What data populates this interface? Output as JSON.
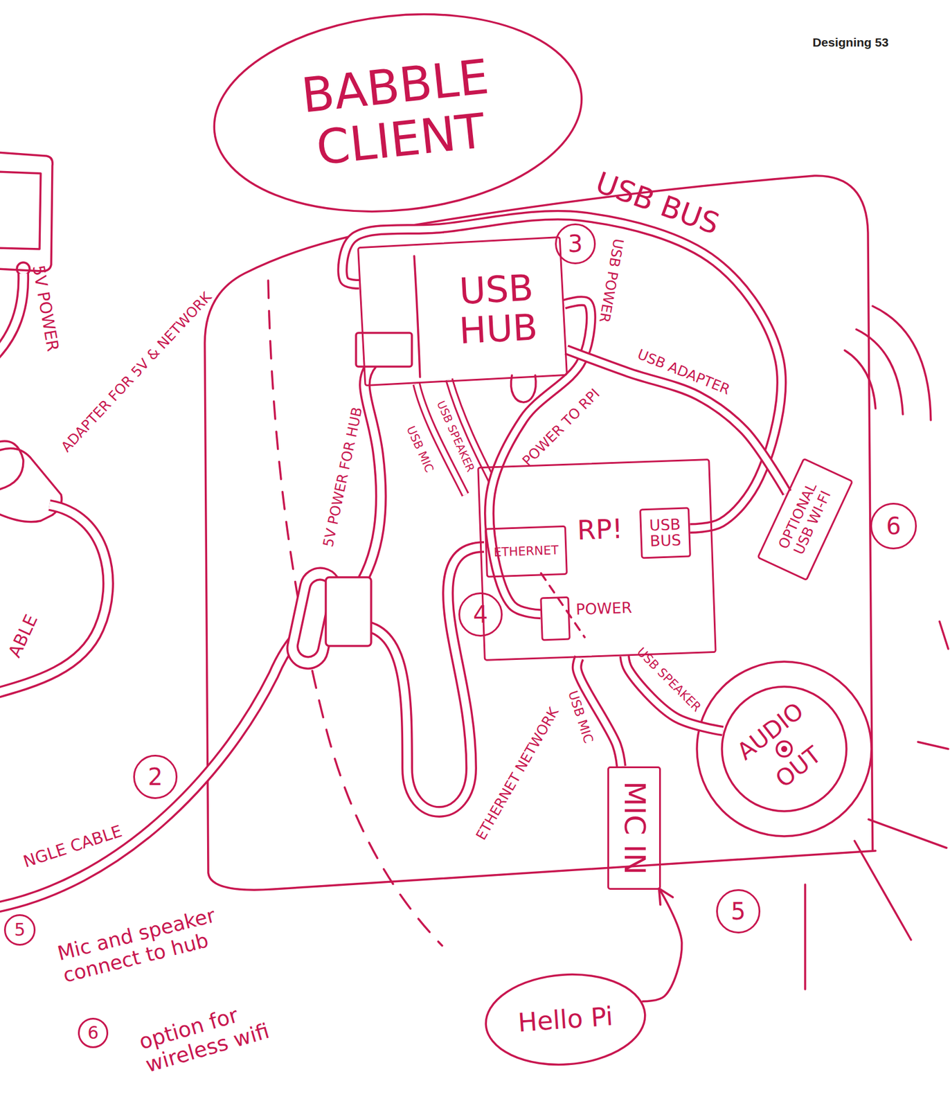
{
  "diagram": {
    "nodes": [
      {
        "text": [
          "BABBLE CLIENT"
        ]
      },
      {
        "text": [
          "USB HUB"
        ]
      },
      {
        "text": [
          "RP!"
        ]
      },
      {
        "text": [
          "ETHERNET"
        ],
        "in": 2
      },
      {
        "text": [
          "USB BUS"
        ],
        "in": 2
      },
      {
        "text": [
          "POWER"
        ],
        "in": 2
      },
      {
        "text": [
          "OPTIONAL USB WI-FI"
        ]
      },
      {
        "text": [
          "AUDIO OUT"
        ]
      },
      {
        "text": [
          "MIC IN"
        ]
      },
      {
        "text": [
          "Hello Pi"
        ]
      }
    ],
    "edges": [
      {
        "from": 1,
        "to": 4,
        "label": "USB BUS",
        "arrow": "none"
      },
      {
        "from": 1,
        "to": 5,
        "label": "POWER TO RPI",
        "arrow": "none"
      },
      {
        "from": 1,
        "to": 6,
        "label": "USB ADAPTER",
        "arrow": "none"
      },
      {
        "from": 2,
        "to": 8,
        "label": "USB MIC",
        "arrow": "none"
      },
      {
        "from": 2,
        "to": 7,
        "label": "USB SPEAKER",
        "arrow": "none"
      },
      {
        "from": 9,
        "to": 8,
        "arrow": "to"
      }
    ],
    "labels": [
      "Designing 53",
      "USB POWER",
      "5V POWER FOR HUB",
      "USB MIC",
      "USB SPEAKER",
      "ETHERNET NETWORK",
      "2",
      "3",
      "4",
      "5",
      "6",
      "5V POWER",
      "ADAPTER FOR 5V & NETWORK",
      "ABLE",
      "NGLE CABLE",
      "5",
      "Mic and speaker connect to hub",
      "6",
      "option for wireless wifi"
    ]
  }
}
